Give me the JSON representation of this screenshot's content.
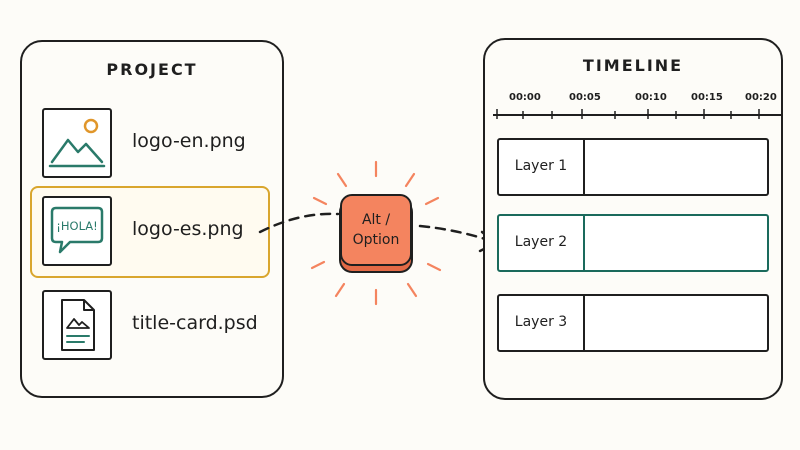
{
  "project": {
    "title": "PROJECT",
    "assets": [
      {
        "name": "logo-en.png",
        "icon": "landscape-image-icon"
      },
      {
        "name": "logo-es.png",
        "icon": "speech-bubble-icon",
        "bubble_text": "¡HOLA!",
        "selected": true
      },
      {
        "name": "title-card.psd",
        "icon": "document-image-icon"
      }
    ]
  },
  "key": {
    "line1": "Alt /",
    "line2": "Option"
  },
  "timeline": {
    "title": "TIMELINE",
    "ticks": [
      "00:00",
      "00:05",
      "00:10",
      "00:15",
      "00:20"
    ],
    "layers": [
      {
        "label": "Layer 1"
      },
      {
        "label": "Layer 2",
        "highlighted": true
      },
      {
        "label": "Layer 3"
      }
    ]
  },
  "colors": {
    "selection": "#d9a62e",
    "target": "#1a6a5c",
    "key": "#f4845f",
    "icon_accent": "#2a7a6a",
    "sun": "#e0962a",
    "ink": "#1f1f1f"
  }
}
